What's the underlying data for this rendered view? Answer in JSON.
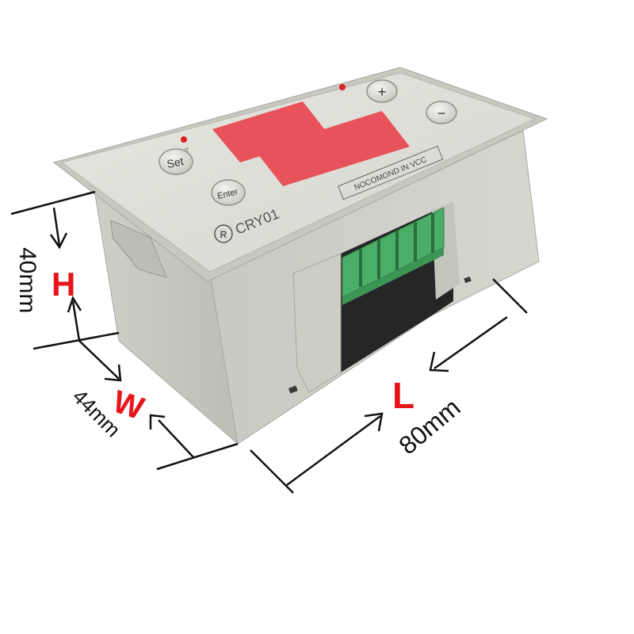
{
  "device": {
    "model_label": "CRY01",
    "brand_mark": "R",
    "label_strip": "NOCOMOND IN VCC",
    "out_led_label": "OUT",
    "buttons": {
      "set": "Set",
      "enter": "Enter",
      "plus": "+",
      "minus": "−"
    }
  },
  "dimensions": {
    "height": {
      "letter": "H",
      "value": "40mm"
    },
    "width": {
      "letter": "W",
      "value": "44mm"
    },
    "length": {
      "letter": "L",
      "value": "80mm"
    }
  },
  "colors": {
    "background": "#ffffff",
    "housing": "#d8d8d1",
    "display": "#e8525a",
    "terminal": "#48a862",
    "led": "#e02020",
    "dimension_letter": "#e8141c",
    "dimension_text": "#111111"
  }
}
